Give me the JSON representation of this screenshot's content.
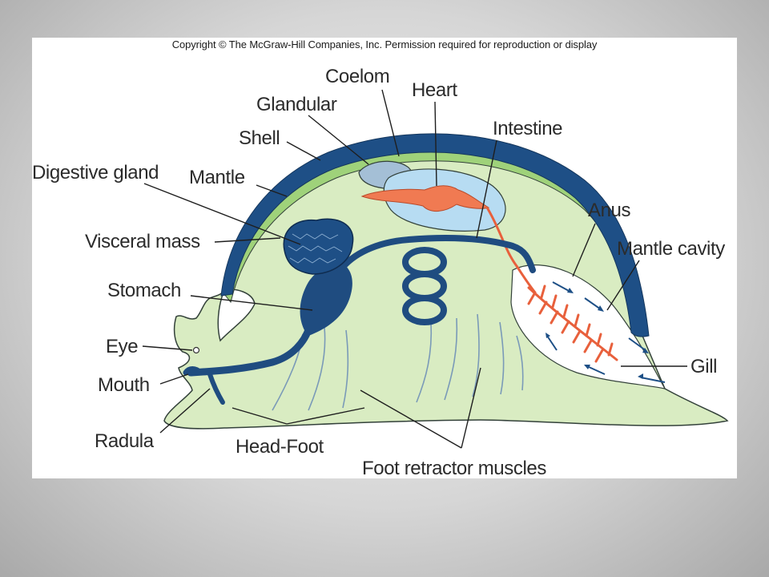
{
  "header": {
    "copyright": "Copyright © The McGraw-Hill Companies, Inc. Permission required for reproduction or display"
  },
  "labels": {
    "coelom": "Coelom",
    "heart": "Heart",
    "glandular": "Glandular",
    "intestine": "Intestine",
    "shell": "Shell",
    "digestive_gland": "Digestive gland",
    "mantle": "Mantle",
    "anus": "Anus",
    "visceral_mass": "Visceral mass",
    "mantle_cavity": "Mantle cavity",
    "stomach": "Stomach",
    "eye": "Eye",
    "gill": "Gill",
    "mouth": "Mouth",
    "radula": "Radula",
    "head_foot": "Head-Foot",
    "foot_retractor_muscles": "Foot retractor muscles"
  },
  "colors": {
    "body": "#d9ecc2",
    "shell": "#1e4f86",
    "mantle": "#9fd27a",
    "gut": "#1f4c80",
    "coelom": "#b7dcf2",
    "glandular": "#a4bfd6",
    "heart": "#f07a52",
    "gill": "#e8603c",
    "muscle": "#7a9ab8"
  }
}
